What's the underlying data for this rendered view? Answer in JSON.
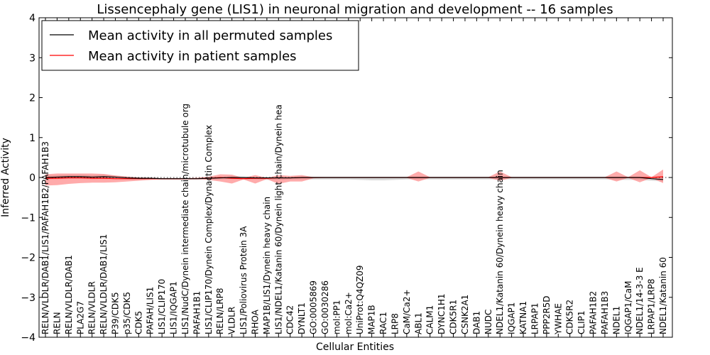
{
  "chart_data": {
    "type": "line",
    "title": "Lissencephaly gene (LIS1) in neuronal migration and development -- 16 samples",
    "xlabel": "Cellular Entities",
    "ylabel": "Inferred Activity",
    "ylim": [
      -4,
      4
    ],
    "yticks": [
      "−4",
      "−3",
      "−2",
      "−1",
      "0",
      "1",
      "2",
      "3",
      "4"
    ],
    "grid": false,
    "legend": {
      "placement": "top-left",
      "entries": [
        {
          "label": "Mean activity in all permuted samples",
          "color": "#000000"
        },
        {
          "label": "Mean activity in patient samples",
          "color": "#ff0000"
        }
      ]
    },
    "categories": [
      "RELN/VLDLR/DAB1/LIS1/PAFAH1B2/PAFAH1B3",
      "RELN",
      "RELN/VLDLR/DAB1",
      "PLA2G7",
      "RELN/VLDLR",
      "RELN/VLDLR/DAB1/LIS1",
      "P39/CDK5",
      "p35/CDK5",
      "CDK5",
      "PAFAH/LIS1",
      "LIS1/CLIP170",
      "LIS1/IQGAP1",
      "LIS1/NudC/Dynein intermediate chain/microtubule org",
      "PAFAH1B1",
      "LIS1/CLIP170/Dynein Complex/Dynactin Complex",
      "RELN/LRP8",
      "VLDLR",
      "LIS1/Poliovirus Protein 3A",
      "RHOA",
      "MAP1B/LIS1/Dynein heavy chain",
      "LIS1/NDEL1/Katanin 60/Dynein light chain/Dynein hea",
      "CDC42",
      "DYNLT1",
      "GO:0005869",
      "GO:0030286",
      "mol:PP1",
      "mol:Ca2+",
      "UniProt:Q4QZ09",
      "MAP1B",
      "RAC1",
      "LRP8",
      "CaM/Ca2+",
      "ABL1",
      "CALM1",
      "DYNC1H1",
      "CDK5R1",
      "CSNK2A1",
      "DAB1",
      "NUDC",
      "NDEL1/Katanin 60/Dynein heavy chain",
      "IQGAP1",
      "KATNA1",
      "LRPAP1",
      "PPP2R5D",
      "YWHAE",
      "CDK5R2",
      "CLIP1",
      "PAFAH1B2",
      "PAFAH1B3",
      "NDEL1",
      "IQGAP1/CaM",
      "NDEL1/14-3-3 E",
      "LRPAP1/LRP8",
      "NDEL1/Katanin 60"
    ],
    "series": [
      {
        "name": "Mean activity in all permuted samples",
        "color": "#000000",
        "values": [
          0,
          0.01,
          0.02,
          0.02,
          0.01,
          0.02,
          0.01,
          -0.01,
          -0.02,
          -0.02,
          -0.03,
          -0.03,
          -0.03,
          -0.03,
          -0.02,
          -0.01,
          0,
          0,
          -0.01,
          -0.01,
          -0.01,
          -0.01,
          0,
          0,
          0,
          0,
          0,
          0,
          0,
          0,
          0,
          0,
          0,
          0,
          0,
          0,
          0,
          0,
          0,
          0,
          0,
          0,
          0,
          0,
          0,
          0,
          0,
          0,
          0,
          0,
          0,
          0,
          -0.03,
          -0.05
        ],
        "band_upper": [
          0.05,
          0.06,
          0.07,
          0.07,
          0.06,
          0.07,
          0.05,
          0.03,
          0.01,
          0,
          -0.01,
          -0.01,
          -0.01,
          -0.01,
          0.01,
          0.02,
          0.03,
          0.02,
          0.02,
          0.02,
          0.02,
          0.02,
          0.02,
          0.02,
          0.02,
          0.02,
          0.02,
          0.02,
          0.02,
          0.02,
          0.02,
          0.02,
          0.02,
          0.02,
          0.02,
          0.02,
          0.02,
          0.02,
          0.02,
          0.02,
          0.02,
          0.02,
          0.02,
          0.02,
          0.02,
          0.02,
          0.02,
          0.02,
          0.02,
          0.02,
          0.02,
          0.02,
          0.01,
          0.01
        ],
        "band_lower": [
          -0.05,
          -0.04,
          -0.03,
          -0.03,
          -0.04,
          -0.03,
          -0.03,
          -0.05,
          -0.05,
          -0.05,
          -0.05,
          -0.05,
          -0.05,
          -0.05,
          -0.05,
          -0.05,
          -0.04,
          -0.05,
          -0.05,
          -0.06,
          -0.06,
          -0.05,
          -0.05,
          -0.05,
          -0.05,
          -0.05,
          -0.05,
          -0.06,
          -0.07,
          -0.07,
          -0.06,
          -0.05,
          -0.05,
          -0.05,
          -0.05,
          -0.05,
          -0.05,
          -0.05,
          -0.05,
          -0.05,
          -0.05,
          -0.05,
          -0.05,
          -0.05,
          -0.05,
          -0.05,
          -0.05,
          -0.05,
          -0.05,
          -0.06,
          -0.06,
          -0.06,
          -0.08,
          -0.1
        ]
      },
      {
        "name": "Mean activity in patient samples",
        "color": "#ff0000",
        "band_color": "#ff8080",
        "values": [
          -0.02,
          -0.02,
          -0.01,
          -0.01,
          -0.02,
          -0.02,
          -0.03,
          -0.03,
          -0.03,
          -0.03,
          -0.03,
          -0.03,
          -0.03,
          -0.03,
          -0.02,
          0,
          -0.02,
          -0.03,
          -0.02,
          -0.02,
          -0.01,
          -0.01,
          0,
          0,
          0,
          0,
          0,
          0,
          0,
          0,
          0,
          0,
          0,
          0,
          0,
          0,
          0,
          0,
          0,
          0,
          0,
          0,
          0,
          0,
          0,
          0,
          0,
          0,
          0,
          0,
          0,
          0,
          0,
          0.02
        ],
        "band_upper": [
          0.08,
          0.1,
          0.1,
          0.1,
          0.1,
          0.09,
          0.05,
          0.02,
          0,
          -0.01,
          -0.02,
          -0.02,
          -0.02,
          -0.01,
          0.02,
          0.08,
          0.07,
          -0.01,
          0.06,
          -0.01,
          0.06,
          0.04,
          0.06,
          0.01,
          0.01,
          0.01,
          0.01,
          0.01,
          0.01,
          0.01,
          0.01,
          0.01,
          0.15,
          0.01,
          0.01,
          0.01,
          0.01,
          0.01,
          0.01,
          0.15,
          0.01,
          0.01,
          0.01,
          0.01,
          0.01,
          0.01,
          0.01,
          0.01,
          0.01,
          0.15,
          0.01,
          0.18,
          0.01,
          0.2
        ],
        "band_lower": [
          -0.2,
          -0.19,
          -0.16,
          -0.14,
          -0.13,
          -0.13,
          -0.12,
          -0.1,
          -0.08,
          -0.06,
          -0.05,
          -0.05,
          -0.05,
          -0.04,
          -0.06,
          -0.1,
          -0.15,
          -0.05,
          -0.15,
          -0.04,
          -0.16,
          -0.1,
          -0.1,
          -0.02,
          -0.01,
          -0.01,
          -0.01,
          -0.01,
          -0.01,
          -0.01,
          -0.01,
          -0.01,
          -0.1,
          -0.01,
          -0.01,
          -0.01,
          -0.01,
          -0.01,
          -0.01,
          -0.08,
          -0.01,
          -0.01,
          -0.01,
          -0.01,
          -0.01,
          -0.01,
          -0.01,
          -0.01,
          -0.01,
          -0.1,
          -0.01,
          -0.12,
          -0.01,
          -0.14
        ]
      }
    ]
  }
}
